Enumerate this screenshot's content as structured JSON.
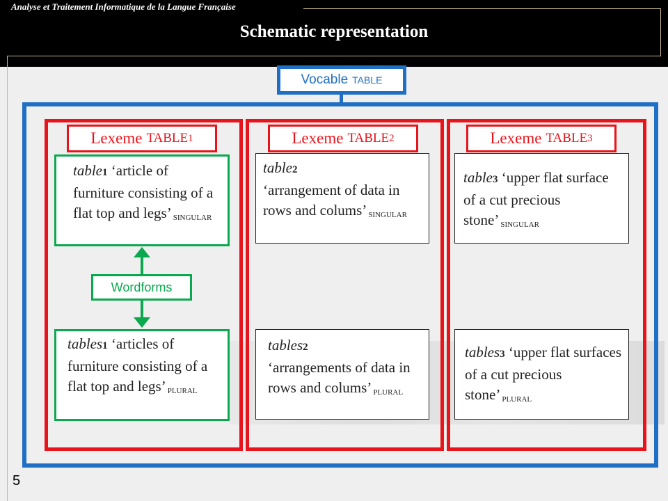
{
  "header": {
    "subtitle": "Analyse et Traitement Informatique de la Langue Française",
    "title": "Schematic representation"
  },
  "vocable": {
    "label": "Vocable",
    "name": "TABLE"
  },
  "lexemes": [
    {
      "label": "Lexeme",
      "name": "TABLE",
      "index": "1"
    },
    {
      "label": "Lexeme",
      "name": "TABLE",
      "index": "2"
    },
    {
      "label": "Lexeme",
      "name": "TABLE",
      "index": "3"
    }
  ],
  "senses": {
    "c1_singular": {
      "word": "table",
      "index": "1",
      "gloss": "‘article of furniture consisting of a flat top and legs’",
      "gram": "SINGULAR"
    },
    "c1_plural": {
      "word": "tables",
      "index": "1",
      "gloss": "‘articles of furniture consisting of a flat top and legs’",
      "gram": "PLURAL"
    },
    "c2_singular": {
      "word": "table",
      "index": "2",
      "gloss": "‘arrangement of data in rows and colums’",
      "gram": "SINGULAR"
    },
    "c2_plural": {
      "word": "tables",
      "index": "2",
      "gloss": "‘arrangements of data in rows and colums’",
      "gram": "PLURAL"
    },
    "c3_singular": {
      "word": "table",
      "index": "3",
      "gloss": "‘upper flat surface of a cut precious stone’",
      "gram": "SINGULAR"
    },
    "c3_plural": {
      "word": "tables",
      "index": "3",
      "gloss": "‘upper flat surfaces of a cut precious stone’",
      "gram": "PLURAL"
    }
  },
  "wordforms": {
    "label": "Wordforms"
  },
  "page_number": "5",
  "colors": {
    "blue": "#1f6fc5",
    "red": "#e8141c",
    "green": "#0aa84f"
  }
}
